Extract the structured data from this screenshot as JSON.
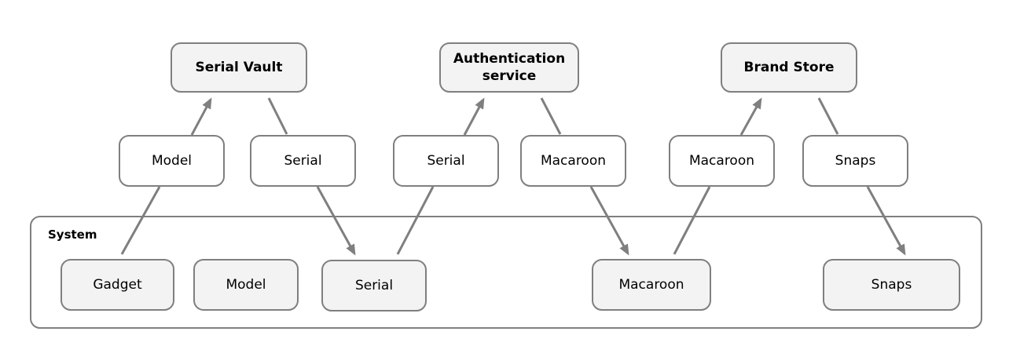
{
  "services": {
    "serial_vault": "Serial Vault",
    "authentication": "Authentication service",
    "brand_store": "Brand Store"
  },
  "messages": {
    "model_to_vault": "Model",
    "serial_from_vault": "Serial",
    "serial_to_auth": "Serial",
    "macaroon_from_auth": "Macaroon",
    "macaroon_to_store": "Macaroon",
    "snaps_from_store": "Snaps"
  },
  "system": {
    "label": "System",
    "gadget": "Gadget",
    "model": "Model",
    "serial": "Serial",
    "macaroon": "Macaroon",
    "snaps": "Snaps"
  },
  "colors": {
    "border": "#7f7f7f",
    "fill": "#f3f3f3",
    "arrow": "#7f7f7f"
  }
}
